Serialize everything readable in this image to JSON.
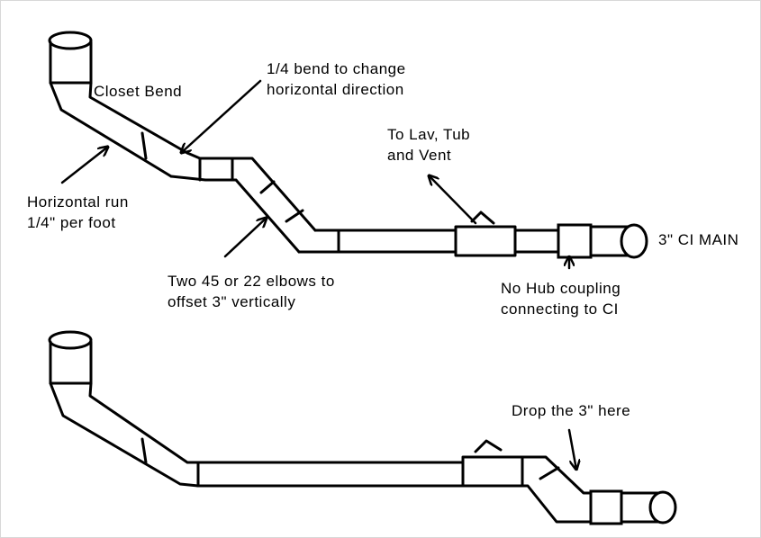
{
  "labels": {
    "closet_bend": "Closet Bend",
    "quarter_bend_line1": "1/4 bend to change",
    "quarter_bend_line2": "horizontal direction",
    "lav_line1": "To Lav, Tub",
    "lav_line2": "and Vent",
    "ci_main": "3\" CI MAIN",
    "horizontal_run_line1": "Horizontal run",
    "horizontal_run_line2": "1/4\" per foot",
    "elbows_line1": "Two 45 or 22 elbows to",
    "elbows_line2": "offset 3\" vertically",
    "nohub_line1": "No Hub coupling",
    "nohub_line2": "connecting to CI",
    "drop": "Drop the 3\" here"
  }
}
